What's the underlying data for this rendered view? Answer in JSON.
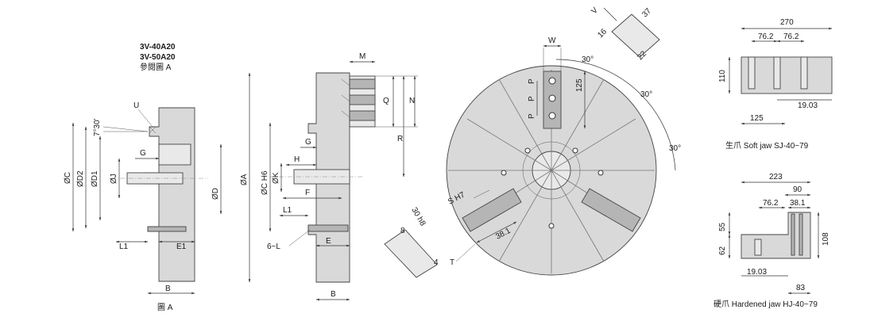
{
  "figure_a": {
    "model_line1": "3V-40A20",
    "model_line2": "3V-50A20",
    "ref_note": "參閱圖 A",
    "caption": "圖 A",
    "labels": {
      "u": "U",
      "angle": "7°30'",
      "g": "G",
      "oc": "ØC",
      "od2": "ØD2",
      "od1": "ØD1",
      "oj": "ØJ",
      "od": "ØD",
      "l1": "L1",
      "e1": "E1",
      "b": "B"
    }
  },
  "side_view": {
    "labels": {
      "m": "M",
      "q": "Q",
      "n": "N",
      "r": "R",
      "g": "G",
      "h": "H",
      "oa": "ØA",
      "oc_h6": "ØC H6",
      "ok": "ØK",
      "f": "F",
      "l1": "L1",
      "six_l": "6~L",
      "e": "E",
      "b": "B"
    }
  },
  "front_view": {
    "labels": {
      "w": "W",
      "p1": "P",
      "p2": "P",
      "p3": "P",
      "d125": "125",
      "angle1": "30°",
      "angle2": "30°",
      "angle3": "30°",
      "s_h7": "S H7",
      "d38_1": "38.1",
      "t": "T"
    }
  },
  "tslot_detail": {
    "labels": {
      "v": "V",
      "d37": "37",
      "d16": "16",
      "d22": "22"
    }
  },
  "key_detail": {
    "labels": {
      "d30_h8": "30 h8",
      "d8": "8",
      "d4": "4"
    }
  },
  "soft_jaw": {
    "caption": "生爪  Soft jaw  SJ-40~79",
    "dims": {
      "overall": "270",
      "pitch1": "76.2",
      "pitch2": "76.2",
      "height": "110",
      "offset": "19.03",
      "base": "125"
    }
  },
  "hard_jaw": {
    "caption": "硬爪  Hardened jaw  HJ-40~79",
    "dims": {
      "overall": "223",
      "step": "90",
      "pitch": "76.2",
      "offset_top": "38.1",
      "h55": "55",
      "h62": "62",
      "h108": "108",
      "offset": "19.03",
      "base": "83"
    }
  }
}
